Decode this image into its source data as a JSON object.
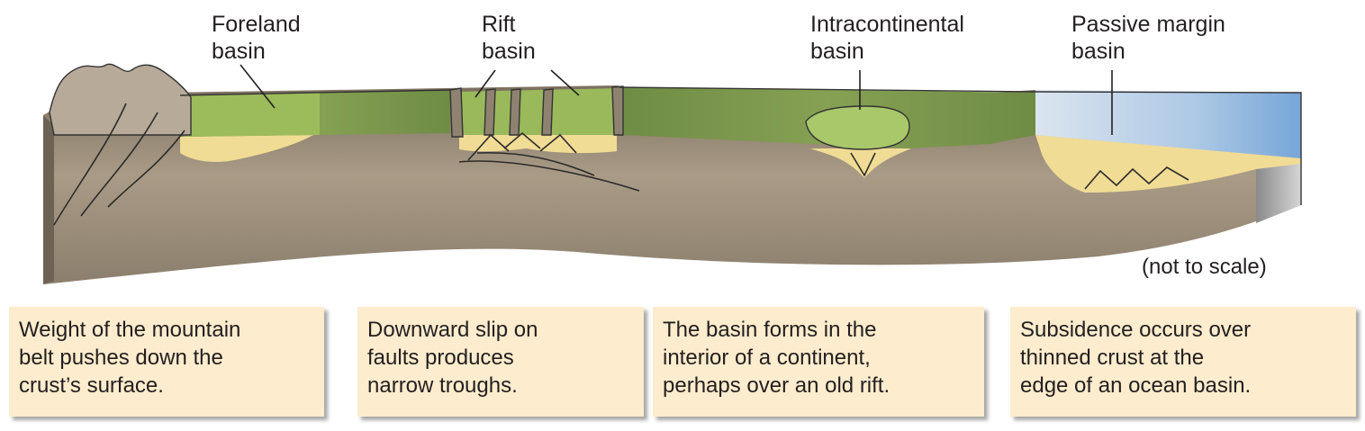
{
  "labels": {
    "foreland": [
      "Foreland",
      "basin"
    ],
    "rift": [
      "Rift",
      "basin"
    ],
    "intracontinental": [
      "Intracontinental",
      "basin"
    ],
    "passive": [
      "Passive margin",
      "basin"
    ]
  },
  "scale_note": "(not to scale)",
  "captions": [
    [
      "Weight of the mountain",
      "belt pushes down the",
      "crust’s surface."
    ],
    [
      "Downward slip on",
      "faults produces",
      "narrow troughs."
    ],
    [
      "The basin forms in the",
      "interior of a continent,",
      "perhaps over an old rift."
    ],
    [
      "Subsidence occurs over",
      "thinned crust at the",
      "edge of an ocean basin."
    ]
  ],
  "colors": {
    "crust": "#9d8e7a",
    "crust_dark": "#756a5c",
    "land_surface": "#7d9a4e",
    "basin_fill": "#9dbb5c",
    "sediment": "#f4e3a0",
    "ocean": "#9fc3e6",
    "caption_bg": "#fdeccd"
  }
}
